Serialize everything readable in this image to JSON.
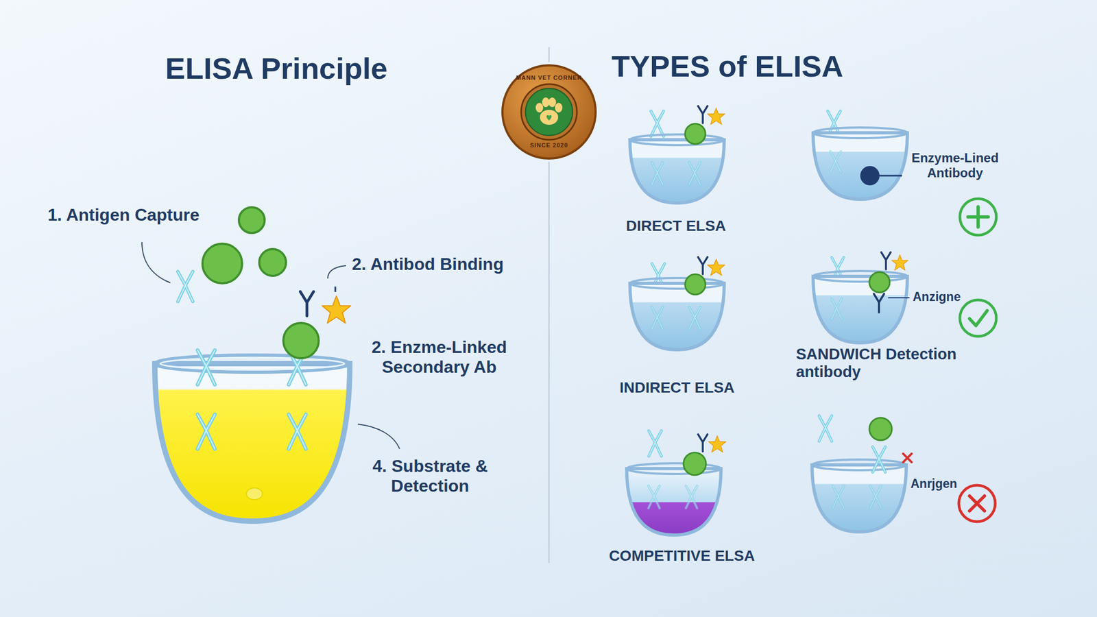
{
  "diagram": {
    "title": "ELISA Principle",
    "nodes": [
      {
        "text": [
          "MANN VET CORNER",
          "SINCE 2020"
        ]
      }
    ],
    "labels": [
      "TYPES of ELISA",
      "1. Antigen Capture",
      "2. Antibod Binding",
      "2. Enzme-Linked Secondary Ab",
      "4. Substrate & Detection",
      "DIRECT ELSA",
      "Enzyme-Lined Antibody",
      "INDIRECT ELSA",
      "Anzigne",
      "SANDWICH Detection antibody",
      "COMPETITIVE ELSA",
      "Anrjgen"
    ]
  }
}
